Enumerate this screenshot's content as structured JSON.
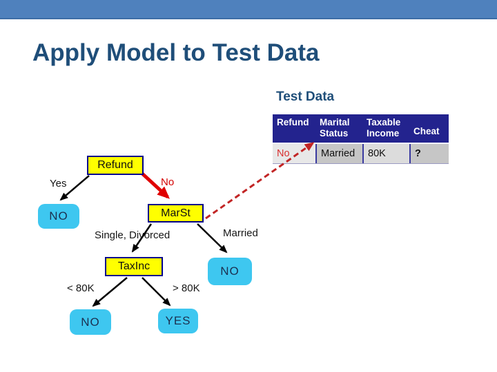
{
  "slide": {
    "title": "Apply Model to Test Data",
    "accent_color": "#4F81BD",
    "title_color": "#1F4E79"
  },
  "test_data": {
    "caption": "Test Data",
    "table": {
      "headers": [
        "Refund",
        "Marital Status",
        "Taxable Income",
        "Cheat"
      ],
      "row": [
        "No",
        "Married",
        "80K",
        "?"
      ],
      "header_bg": "#23238E",
      "highlighted_value": "No",
      "highlight_color": "#D93030"
    }
  },
  "tree": {
    "nodes": {
      "refund": "Refund",
      "marst": "MarSt",
      "taxinc": "TaxInc"
    },
    "leaves": {
      "refund_yes": "NO",
      "marst_married": "NO",
      "taxinc_low": "NO",
      "taxinc_high": "YES"
    },
    "edge_labels": {
      "yes": "Yes",
      "no": "No",
      "single_divorced": "Single, Divorced",
      "married": "Married",
      "lt_80k": "< 80K",
      "gt_80k": "> 80K"
    },
    "node_fill": "#FFFF00",
    "node_border": "#00008B",
    "leaf_fill": "#3EC7F0",
    "active_path_color": "#E00000",
    "trace_arrow_color": "#C22525"
  }
}
